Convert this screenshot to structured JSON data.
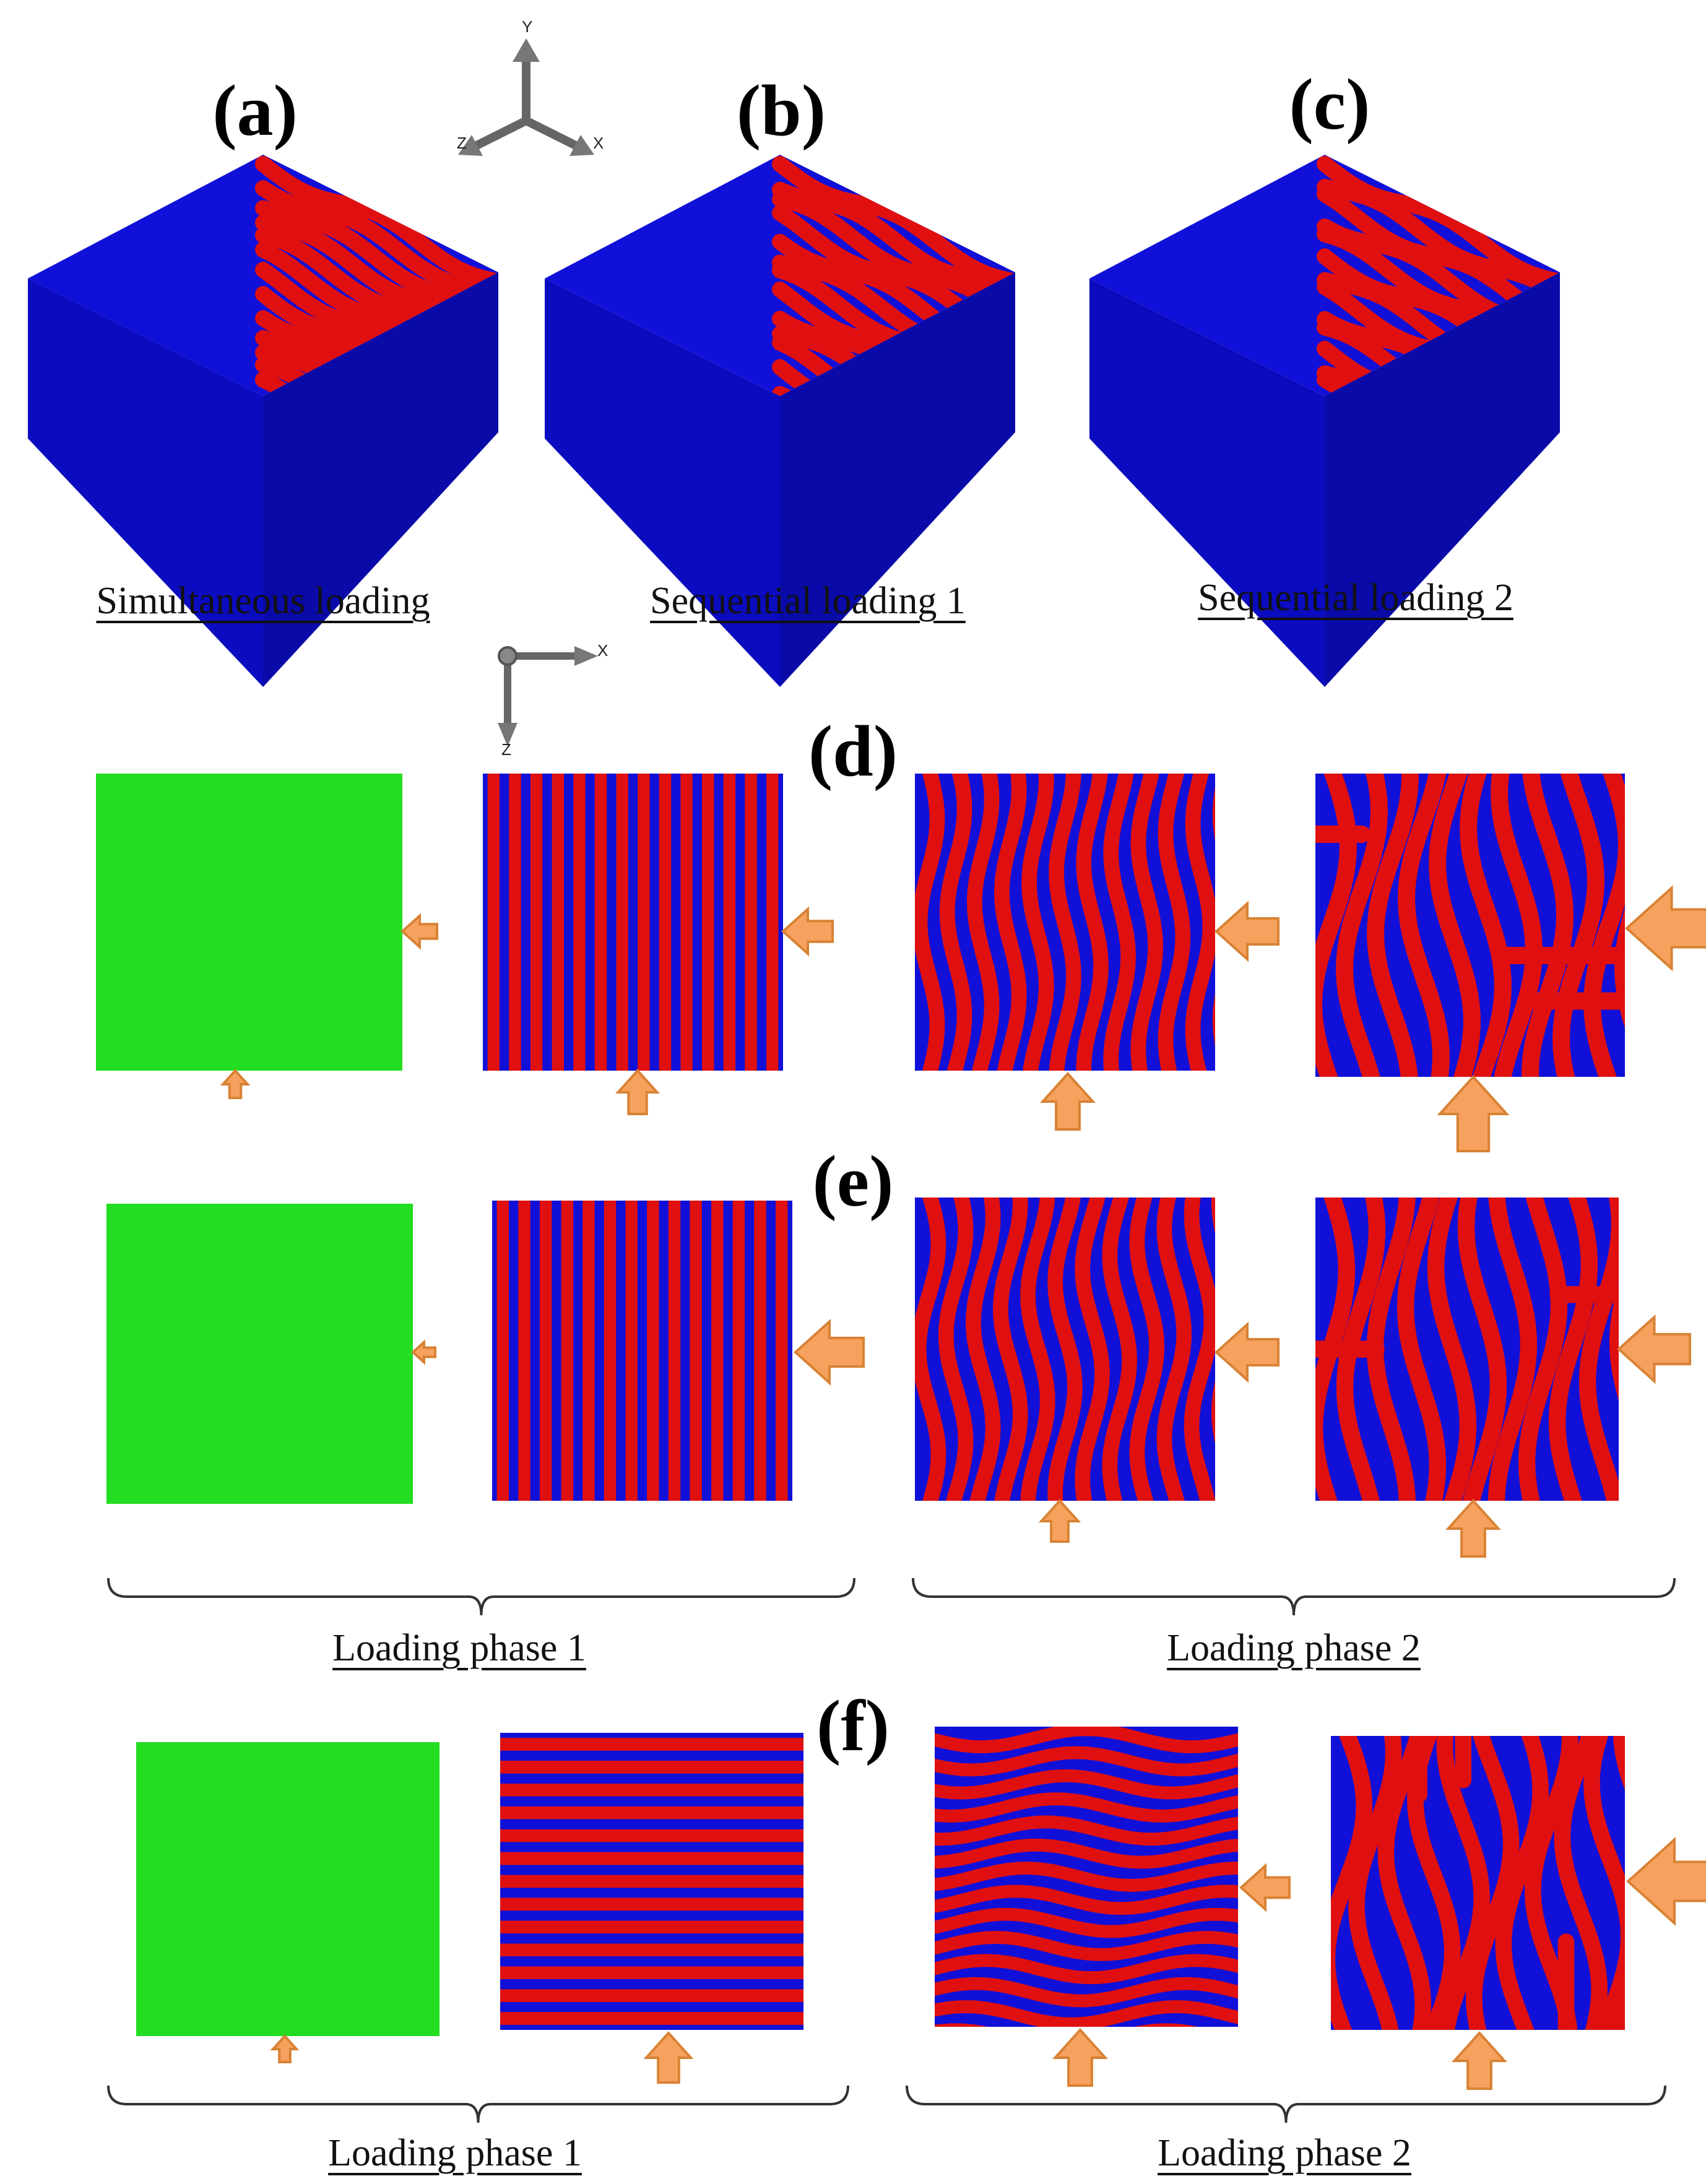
{
  "panels": {
    "a": "(a)",
    "b": "(b)",
    "c": "(c)",
    "d": "(d)",
    "e": "(e)",
    "f": "(f)"
  },
  "captions": {
    "a": "Simultaneous loading",
    "b": "Sequential loading 1",
    "c": "Sequential loading 2",
    "phase1_row1": "Loading phase 1",
    "phase2_row1": "Loading phase 2",
    "phase1_row2": "Loading phase 1",
    "phase2_row2": "Loading phase 2"
  },
  "axes3d": {
    "y": "Y",
    "z": "Z",
    "x": "X"
  },
  "axes2d": {
    "x": "X",
    "z": "Z"
  },
  "colors": {
    "ridge": "#e01010",
    "trough": "#1010d8",
    "flat": "#22dd22",
    "arrow_fill": "#f6a25e",
    "arrow_stroke": "#d88234",
    "cube_side_left": "#0b0bbf",
    "cube_side_right": "#0a0aa8"
  },
  "icons": {
    "axis_triad_3d": "axis-triad-3d-icon",
    "axis_triad_2d": "axis-triad-2d-icon",
    "load_arrow": "load-arrow-icon"
  }
}
